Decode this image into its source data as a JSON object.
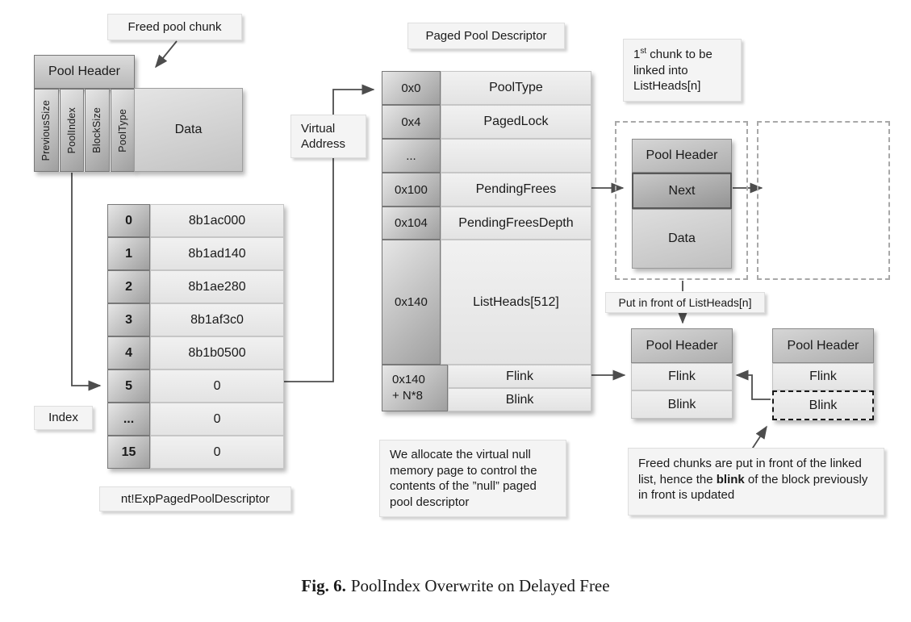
{
  "figure": {
    "caption_label": "Fig. 6.",
    "caption_text": "PoolIndex Overwrite on Delayed Free"
  },
  "colors": {
    "header_cell_grad_start": "#e6e6e6",
    "header_cell_grad_end": "#9f9f9f",
    "light_cell": "#ededed",
    "callout_bg": "#f4f4f4",
    "wire": "#4d4d4d"
  },
  "callouts": {
    "freed_pool_chunk": "Freed pool chunk",
    "paged_pool_descriptor": "Paged Pool Descriptor",
    "virtual_address": "Virtual Address",
    "index": "Index",
    "nt_descriptor": "nt!ExpPagedPoolDescriptor",
    "first_chunk": {
      "num": "1",
      "sup": "st",
      "rest": " chunk to be linked into ListHeads[n]"
    },
    "put_in_front": "Put in front of ListHeads[n]",
    "null_page_note": "We allocate the virtual null memory page to control the contents of the ”null” paged pool descriptor",
    "freed_note": {
      "before": "Freed chunks are put in front of the linked list, hence the ",
      "bold": "blink",
      "after": " of the block previously in front is updated"
    }
  },
  "freed_chunk": {
    "header": "Pool Header",
    "fields": [
      "PreviousSize",
      "PoolIndex",
      "BlockSize",
      "PoolType"
    ],
    "data_label": "Data"
  },
  "index_table": {
    "rows": [
      {
        "idx": "0",
        "val": "8b1ac000"
      },
      {
        "idx": "1",
        "val": "8b1ad140"
      },
      {
        "idx": "2",
        "val": "8b1ae280"
      },
      {
        "idx": "3",
        "val": "8b1af3c0"
      },
      {
        "idx": "4",
        "val": "8b1b0500"
      },
      {
        "idx": "5",
        "val": "0"
      },
      {
        "idx": "...",
        "val": "0"
      },
      {
        "idx": "15",
        "val": "0"
      }
    ]
  },
  "descriptor": {
    "rows": [
      {
        "off": "0x0",
        "field": "PoolType"
      },
      {
        "off": "0x4",
        "field": "PagedLock"
      },
      {
        "off": "...",
        "field": ""
      },
      {
        "off": "0x100",
        "field": "PendingFrees"
      },
      {
        "off": "0x104",
        "field": "PendingFreesDepth"
      },
      {
        "off": "0x140",
        "field": "ListHeads[512]"
      }
    ],
    "last_off_line1": "0x140",
    "last_off_line2": "+ N*8",
    "flink": "Flink",
    "blink": "Blink"
  },
  "pending_chunk": {
    "header": "Pool Header",
    "next": "Next",
    "data": "Data"
  },
  "list_node_a": {
    "header": "Pool Header",
    "flink": "Flink",
    "blink": "Blink"
  },
  "list_node_b": {
    "header": "Pool Header",
    "flink": "Flink",
    "blink": "Blink"
  }
}
